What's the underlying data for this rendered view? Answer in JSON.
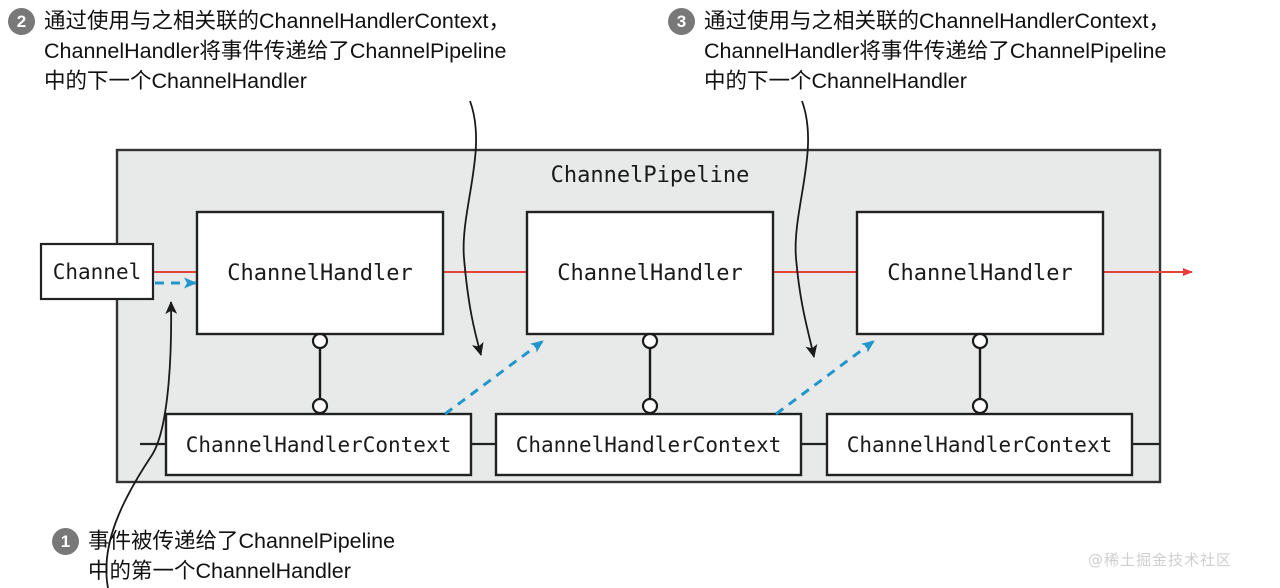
{
  "diagram": {
    "title": "ChannelPipeline",
    "colors": {
      "pipeline_fill": "#e8eaea",
      "pipeline_stroke": "#333333",
      "box_fill": "#ffffff",
      "box_stroke": "#222222",
      "inbound_line": "#e8403a",
      "context_arrow": "#2196cb",
      "callout_line": "#1a1a1a",
      "badge_bg": "#787878",
      "watermark": "#cfcfcf"
    },
    "channel": {
      "label": "Channel"
    },
    "handlers": [
      {
        "label": "ChannelHandler"
      },
      {
        "label": "ChannelHandler"
      },
      {
        "label": "ChannelHandler"
      }
    ],
    "contexts": [
      {
        "label": "ChannelHandlerContext"
      },
      {
        "label": "ChannelHandlerContext"
      },
      {
        "label": "ChannelHandlerContext"
      }
    ]
  },
  "annotations": [
    {
      "number": "1",
      "text": "事件被传递给了ChannelPipeline\n中的第一个ChannelHandler"
    },
    {
      "number": "2",
      "text": "通过使用与之相关联的ChannelHandlerContext，\nChannelHandler将事件传递给了ChannelPipeline\n中的下一个ChannelHandler"
    },
    {
      "number": "3",
      "text": "通过使用与之相关联的ChannelHandlerContext，\nChannelHandler将事件传递给了ChannelPipeline\n中的下一个ChannelHandler"
    }
  ],
  "watermark": {
    "text": "@稀土掘金技术社区"
  }
}
